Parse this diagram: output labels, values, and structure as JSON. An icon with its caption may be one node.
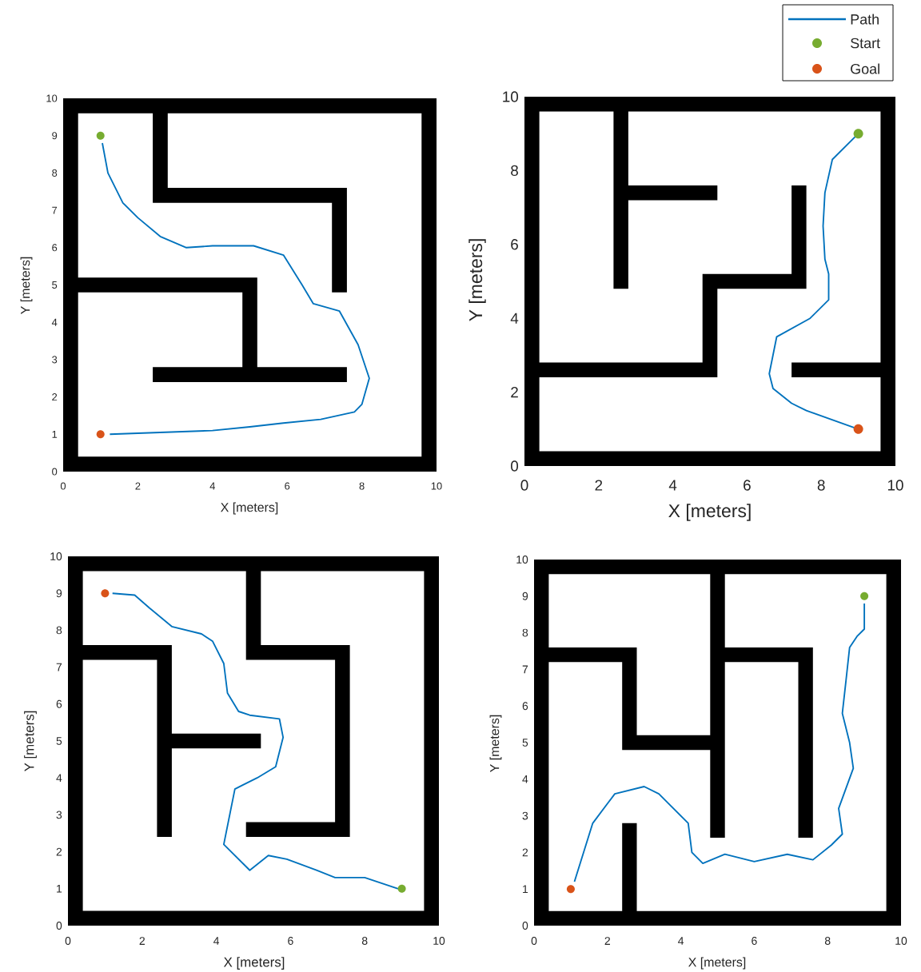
{
  "diagram": {
    "labels": [
      "10",
      "9",
      "8",
      "7",
      "6",
      "5",
      "4",
      "3",
      "2",
      "1",
      "0",
      "Y [meters]",
      "0",
      "2",
      "4",
      "6",
      "8",
      "10",
      "X [meters]",
      "10",
      "8",
      "6",
      "4",
      "2",
      "0",
      "Y [meters]",
      "0",
      "2",
      "4",
      "6",
      "8",
      "10",
      "X [meters]",
      "10",
      "9",
      "8",
      "7",
      "6",
      "5",
      "4",
      "3",
      "2",
      "1",
      "0",
      "Y [meters]",
      "0",
      "2",
      "4",
      "6",
      "8",
      "10",
      "X [meters]",
      "10",
      "9",
      "8",
      "7",
      "6",
      "5",
      "4",
      "3",
      "2",
      "1",
      "0",
      "Y [meters]",
      "0",
      "2",
      "4",
      "6",
      "8",
      "10",
      "X [meters]"
    ],
    "legend": [
      {
        "text": "Path"
      },
      {
        "text": "Start",
        "color": "#77ac30"
      },
      {
        "text": "Goal",
        "color": "#d95319"
      }
    ]
  }
}
